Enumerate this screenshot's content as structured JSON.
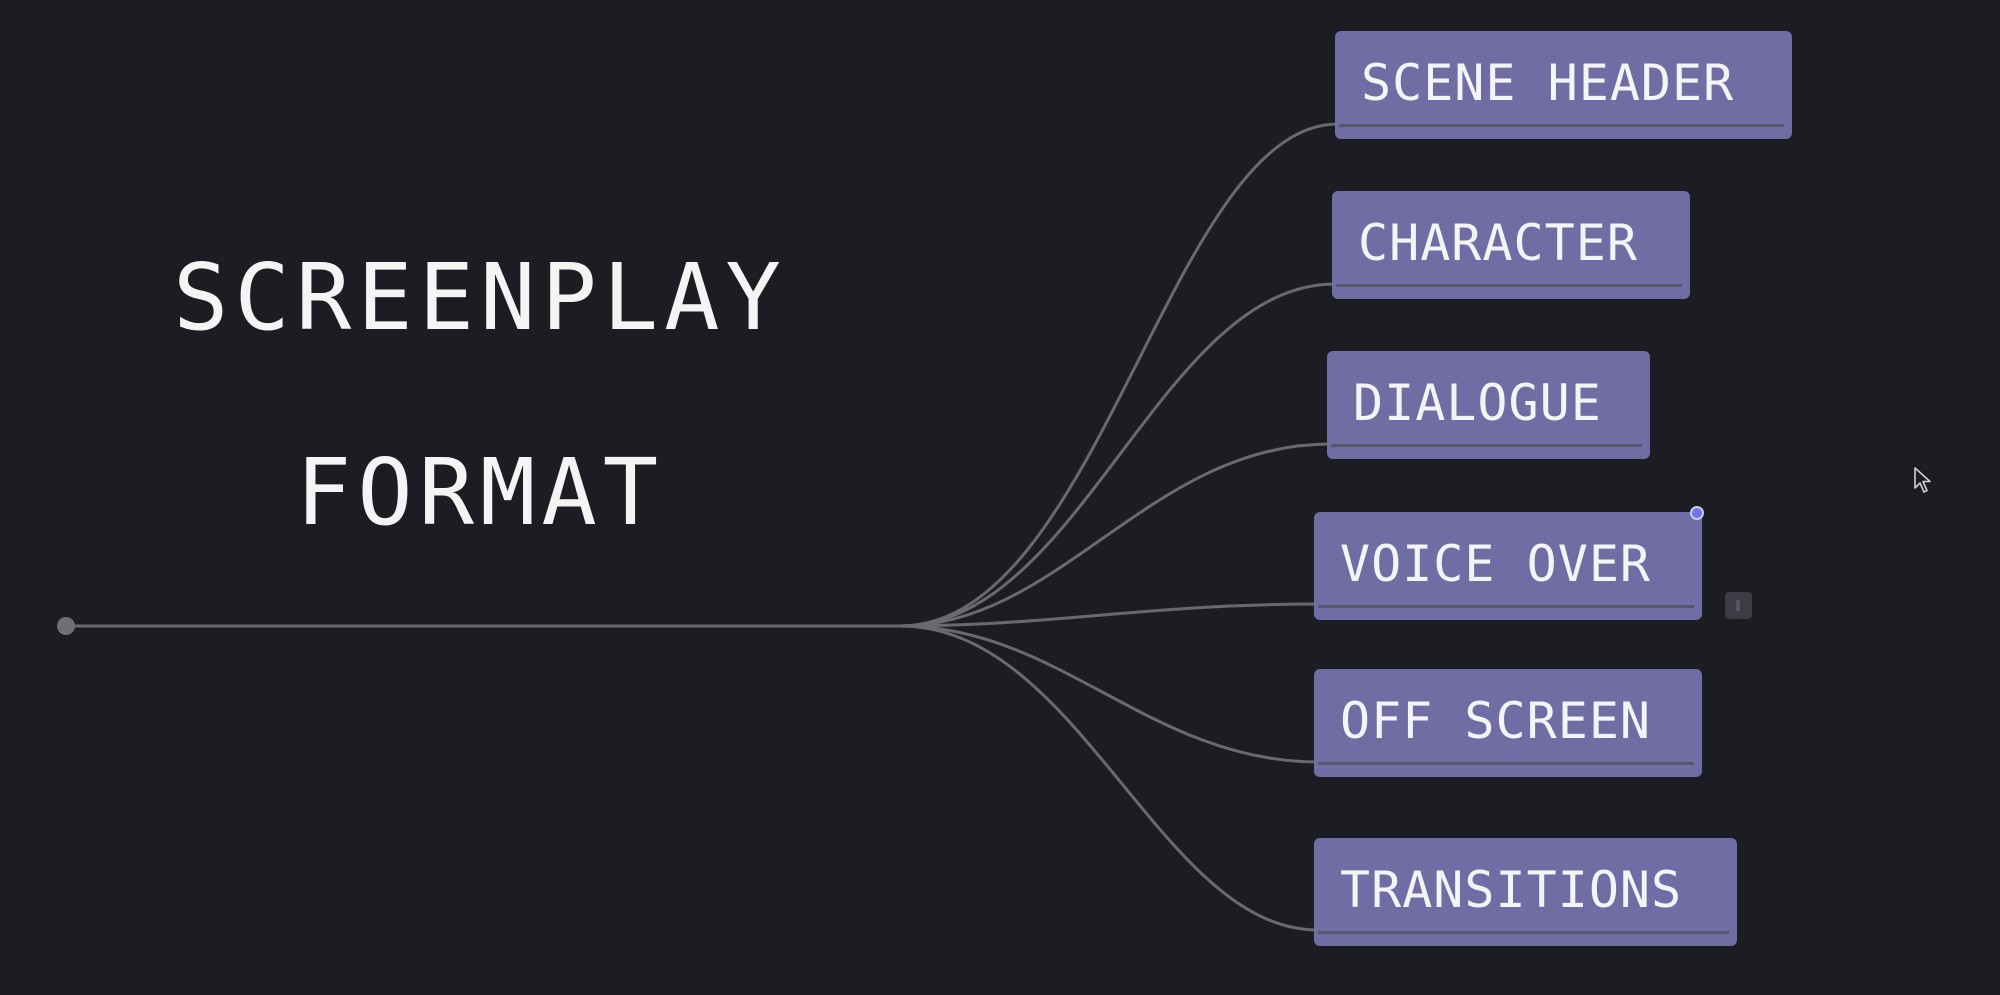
{
  "title": {
    "line1": "SCREENPLAY",
    "line2": "FORMAT"
  },
  "nodes": [
    {
      "label": "SCENE HEADER"
    },
    {
      "label": "CHARACTER"
    },
    {
      "label": "DIALOGUE"
    },
    {
      "label": "VOICE OVER"
    },
    {
      "label": "OFF SCREEN"
    },
    {
      "label": "TRANSITIONS"
    }
  ],
  "colors": {
    "background": "#1c1d22",
    "node_fill": "#6f6da4",
    "edge": "#6a6a6e",
    "text": "#f4f4f7",
    "handle": "#6f74e8"
  },
  "icons": {
    "root_point": "root-dot-icon",
    "selection_handle": "selection-handle-icon",
    "toolbar_square": "square-icon",
    "cursor": "mouse-pointer-icon"
  }
}
